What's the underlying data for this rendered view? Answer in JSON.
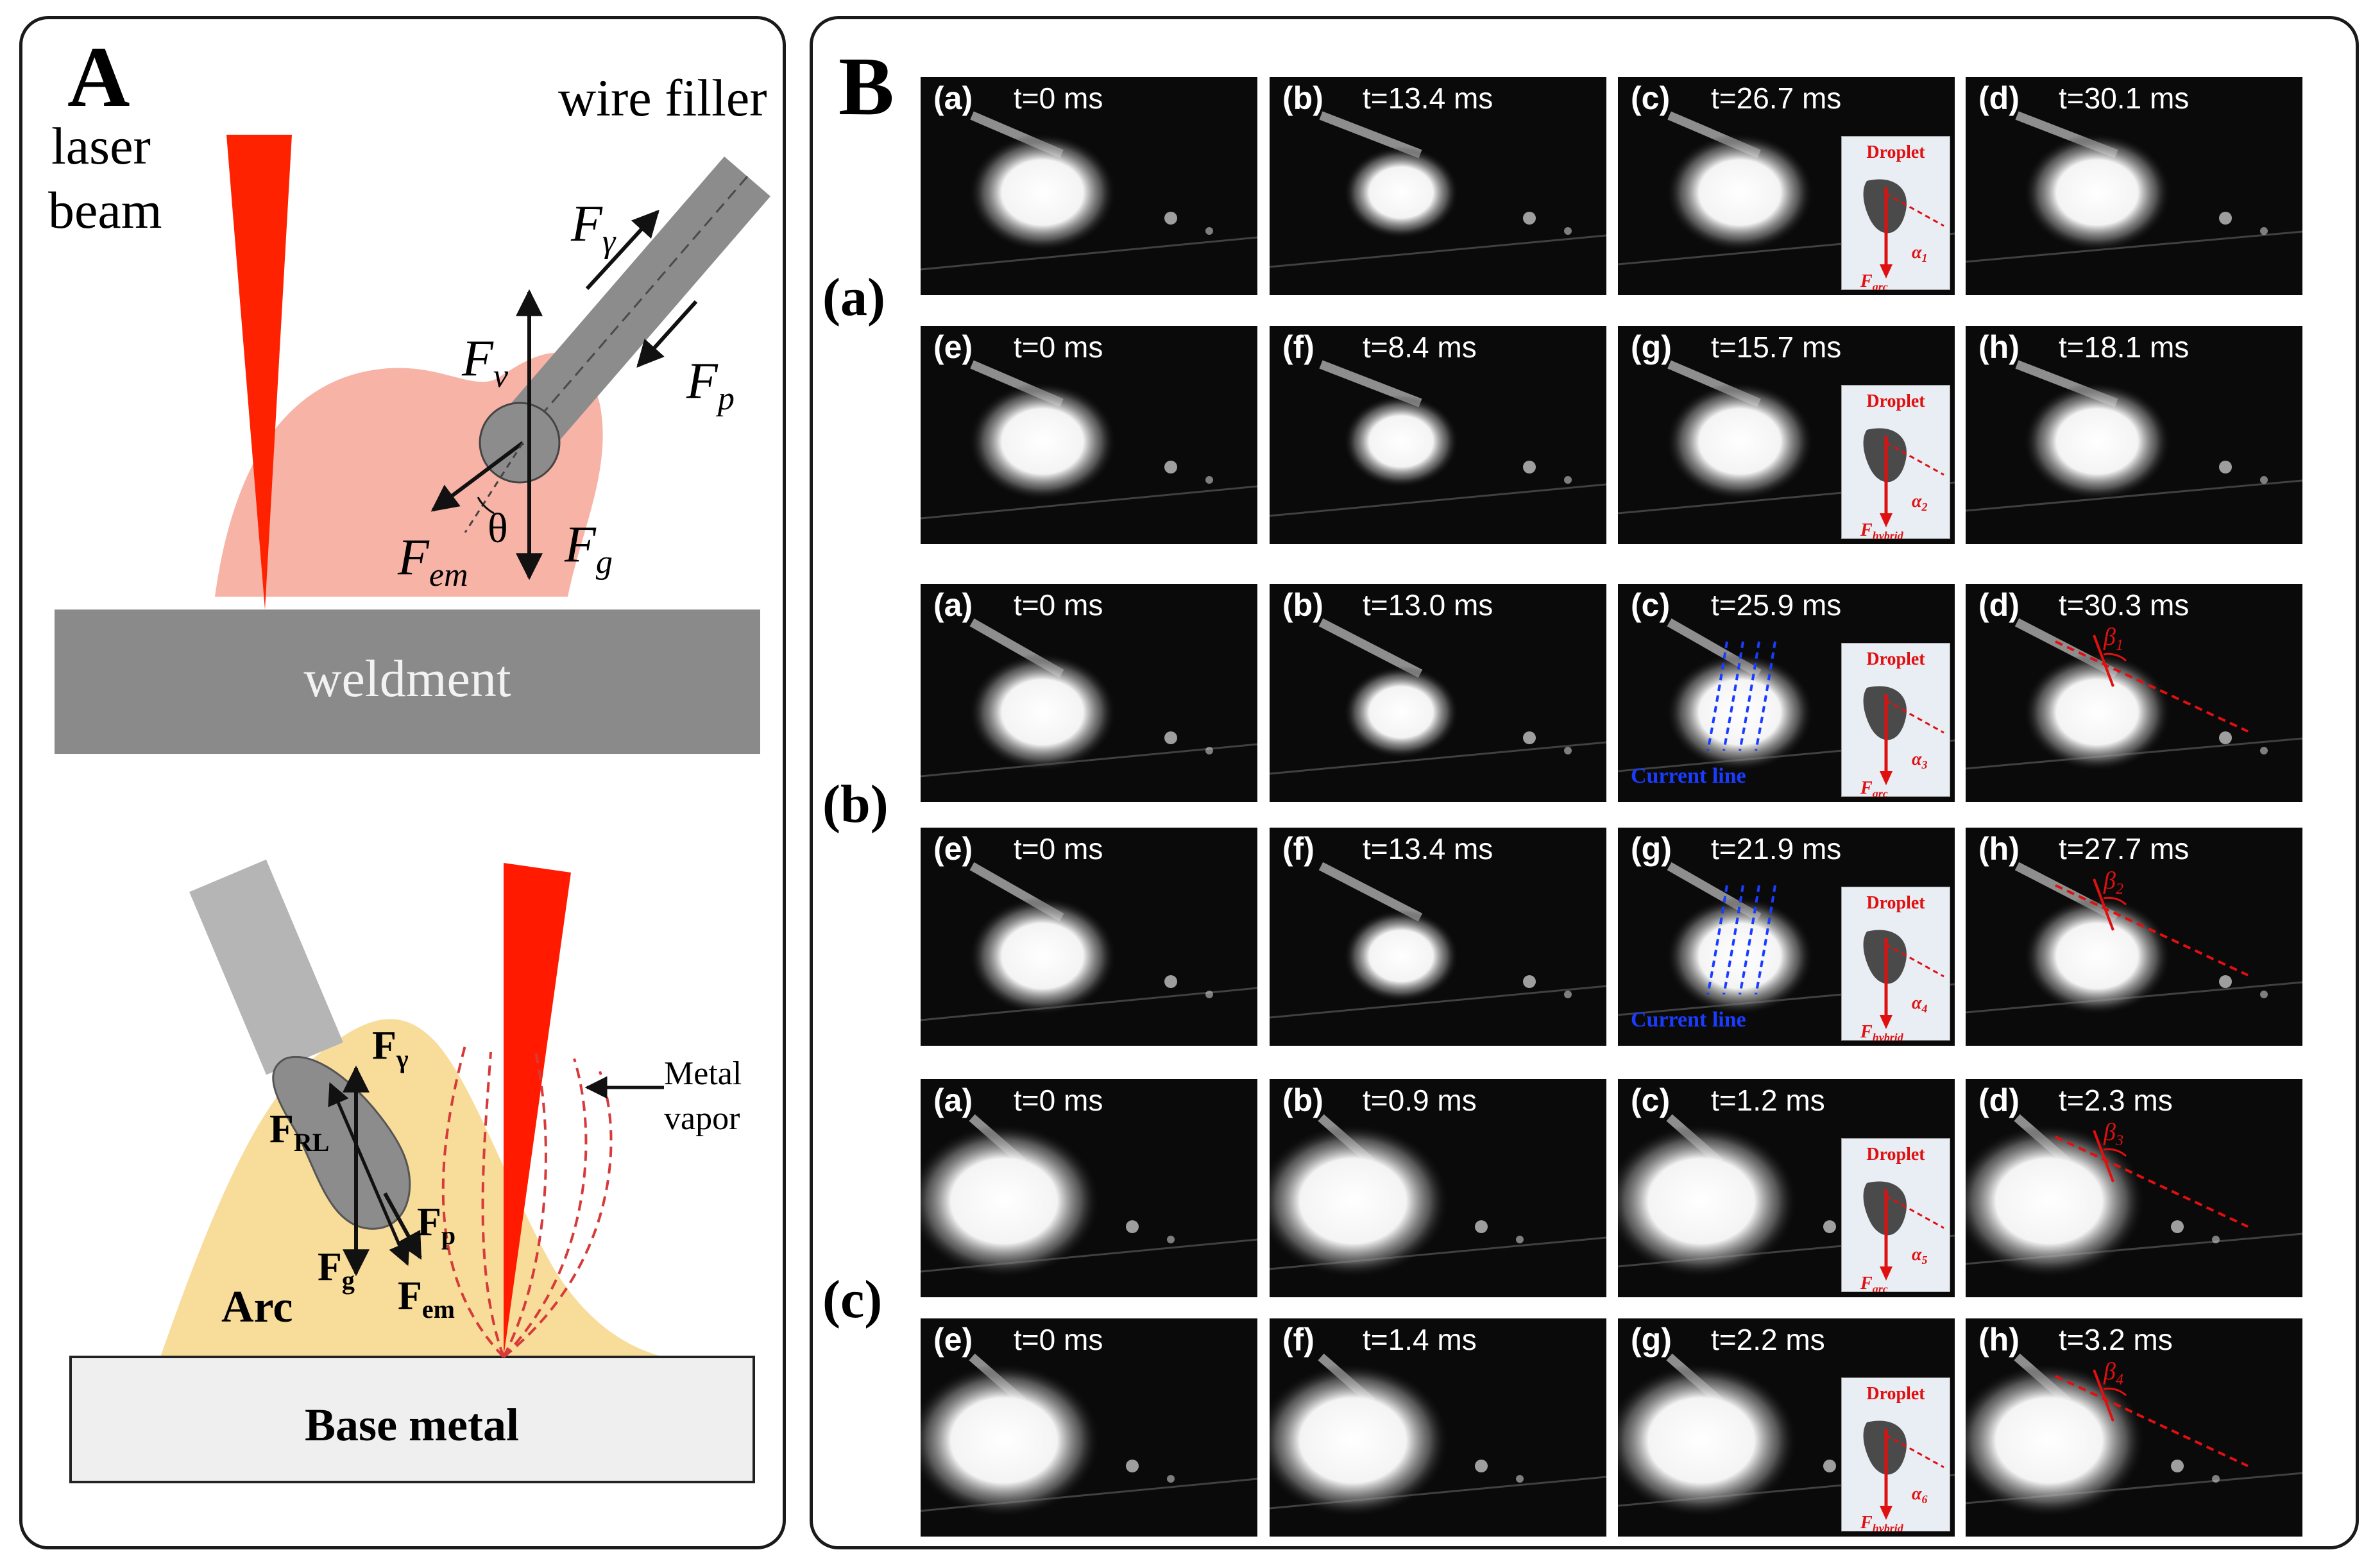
{
  "panel_a": {
    "label": "A",
    "top": {
      "laser_label_1": "laser",
      "laser_label_2": "beam",
      "wire_label": "wire filler",
      "weldment_label": "weldment",
      "forces": {
        "f_gamma": "F",
        "f_gamma_sub": "γ",
        "f_v": "F",
        "f_v_sub": "v",
        "f_p": "F",
        "f_p_sub": "p",
        "f_em": "F",
        "f_em_sub": "em",
        "f_g": "F",
        "f_g_sub": "g",
        "theta": "θ"
      }
    },
    "bottom": {
      "metal_vapor_1": "Metal",
      "metal_vapor_2": "vapor",
      "arc_label": "Arc",
      "base_metal_label": "Base metal",
      "forces": {
        "f_gamma": "F",
        "f_gamma_sub": "γ",
        "f_rl": "F",
        "f_rl_sub": "RL",
        "f_p": "F",
        "f_p_sub": "p",
        "f_g": "F",
        "f_g_sub": "g",
        "f_em": "F",
        "f_em_sub": "em"
      }
    },
    "colors": {
      "laser": "#ff2200",
      "pool": "#f7b3a6",
      "arc": "#f8dc9a",
      "wire": "#8c8c8c",
      "weldment": "#8a8a8a"
    }
  },
  "panel_b": {
    "label": "B",
    "groups": [
      {
        "label": "(a)",
        "rows": [
          {
            "frames": [
              {
                "tag": "(a)",
                "time": "t=0 ms"
              },
              {
                "tag": "(b)",
                "time": "t=13.4 ms"
              },
              {
                "tag": "(c)",
                "time": "t=26.7 ms",
                "inset": {
                  "title": "Droplet",
                  "force": "F",
                  "force_sub": "arc",
                  "angle": "α",
                  "angle_sub": "1"
                }
              },
              {
                "tag": "(d)",
                "time": "t=30.1 ms"
              }
            ]
          },
          {
            "frames": [
              {
                "tag": "(e)",
                "time": "t=0 ms"
              },
              {
                "tag": "(f)",
                "time": "t=8.4 ms"
              },
              {
                "tag": "(g)",
                "time": "t=15.7 ms",
                "inset": {
                  "title": "Droplet",
                  "force": "F",
                  "force_sub": "hybrid",
                  "angle": "α",
                  "angle_sub": "2"
                }
              },
              {
                "tag": "(h)",
                "time": "t=18.1 ms"
              }
            ]
          }
        ]
      },
      {
        "label": "(b)",
        "rows": [
          {
            "frames": [
              {
                "tag": "(a)",
                "time": "t=0 ms"
              },
              {
                "tag": "(b)",
                "time": "t=13.0 ms"
              },
              {
                "tag": "(c)",
                "time": "t=25.9 ms",
                "inset": {
                  "title": "Droplet",
                  "force": "F",
                  "force_sub": "arc",
                  "angle": "α",
                  "angle_sub": "3"
                },
                "current_line": "Current line"
              },
              {
                "tag": "(d)",
                "time": "t=30.3 ms",
                "beta": "β",
                "beta_sub": "1"
              }
            ]
          },
          {
            "frames": [
              {
                "tag": "(e)",
                "time": "t=0 ms"
              },
              {
                "tag": "(f)",
                "time": "t=13.4 ms"
              },
              {
                "tag": "(g)",
                "time": "t=21.9 ms",
                "inset": {
                  "title": "Droplet",
                  "force": "F",
                  "force_sub": "hybrid",
                  "angle": "α",
                  "angle_sub": "4"
                },
                "current_line": "Current line"
              },
              {
                "tag": "(h)",
                "time": "t=27.7 ms",
                "beta": "β",
                "beta_sub": "2"
              }
            ]
          }
        ]
      },
      {
        "label": "(c)",
        "rows": [
          {
            "frames": [
              {
                "tag": "(a)",
                "time": "t=0 ms"
              },
              {
                "tag": "(b)",
                "time": "t=0.9 ms"
              },
              {
                "tag": "(c)",
                "time": "t=1.2 ms",
                "inset": {
                  "title": "Droplet",
                  "force": "F",
                  "force_sub": "arc",
                  "angle": "α",
                  "angle_sub": "5"
                }
              },
              {
                "tag": "(d)",
                "time": "t=2.3 ms",
                "beta": "β",
                "beta_sub": "3"
              }
            ]
          },
          {
            "frames": [
              {
                "tag": "(e)",
                "time": "t=0 ms"
              },
              {
                "tag": "(f)",
                "time": "t=1.4 ms"
              },
              {
                "tag": "(g)",
                "time": "t=2.2 ms",
                "inset": {
                  "title": "Droplet",
                  "force": "F",
                  "force_sub": "hybrid",
                  "angle": "α",
                  "angle_sub": "6"
                }
              },
              {
                "tag": "(h)",
                "time": "t=3.2 ms",
                "beta": "β",
                "beta_sub": "4"
              }
            ]
          }
        ]
      }
    ],
    "colors": {
      "frame_bg": "#0a0a0a",
      "annotation_red": "#e01010",
      "current_blue": "#1a3cff",
      "inset_bg": "#e9edf4"
    }
  }
}
